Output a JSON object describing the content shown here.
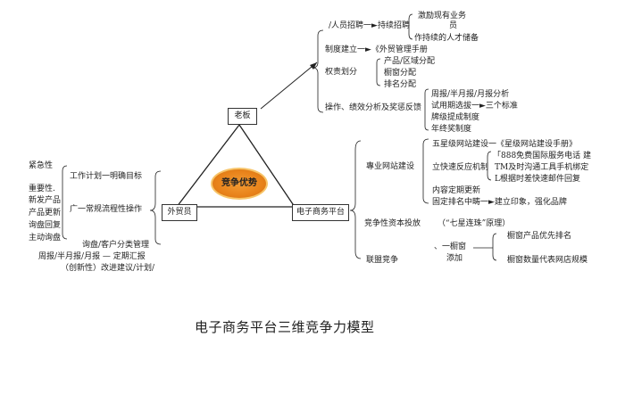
{
  "title": "电子商务平台三维竞争力模型",
  "center": "竞争优势",
  "nodes": {
    "boss": "老板",
    "trader": "外贸员",
    "platform": "电子商务平台"
  },
  "boss_branch": {
    "recruit": "/人员招聘一►持续招聘",
    "incentive_line1": "激励现有业务",
    "incentive_line2": "员",
    "talent": "作持续的人才储备",
    "system": "制度建立一►《外贸管理手册",
    "power": "权责划分",
    "power_items": [
      "产品/区域分配",
      "橱窗分配",
      "排名分配"
    ],
    "operation": "操作、绩效分析及奖惩反馈",
    "op_items": [
      "周报/半月报/月报分析",
      "试用期选拔一►三个标准",
      "牌级提成制度",
      "年终奖制度"
    ]
  },
  "trader_branch": {
    "urgency": "紧急性",
    "importance": "重要性.",
    "new_product": "新发产品",
    "update": "产品更新",
    "reply": "询盘回复",
    "active": "主动询盘",
    "work_plan": "工作计划一明确目标",
    "routine": "广一常规流程性操作",
    "classify": "询盘/客户分类管理",
    "reports": "周报/半月报/月报 — 定期汇报",
    "innovation": "（创新性）改进建议/计划/"
  },
  "platform_branch": {
    "site": "專业网站建设",
    "five_star": "五星级网站建设一《星级网站建设手册》",
    "hotline": "「888免费国际服务电话 建",
    "tm": "TM及时沟通工具手机绑定",
    "quick": "立快速反应机制",
    "complaint": "L根据时差快速邮件回复",
    "content": "内容定期更新",
    "ranking": "固定排名中畴一►建立印象，强化品牌",
    "invest": "竞争性资本投放",
    "seven_star": "（“七星连珠”原理）",
    "showcase": "、一橱窗",
    "add": "添加",
    "priority": "橱窗产品优先排名",
    "count": "橱窗数量代表网店规模",
    "alliance": "联盟竞争"
  }
}
